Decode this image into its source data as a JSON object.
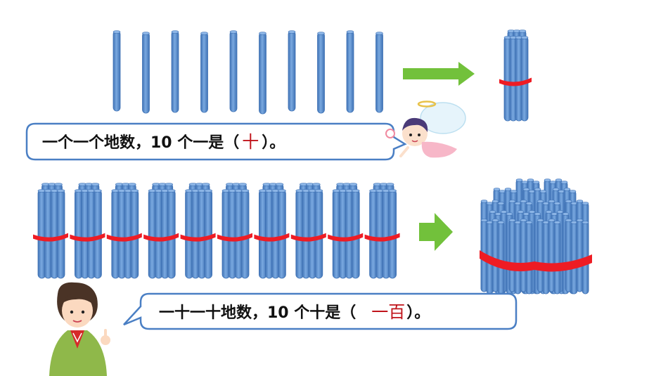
{
  "colors": {
    "stick": "#5b8fd0",
    "stick_dark": "#3f72b5",
    "stick_light": "#8cb5e6",
    "band": "#ee1c24",
    "arrow": "#72c13b",
    "bubble_border": "#4a7fc4",
    "answer": "#c0141b"
  },
  "row1": {
    "loose_stick_count": 10,
    "sentence_prefix": "一个一个地数，10 个一是（",
    "answer": "十",
    "sentence_suffix": "）。",
    "character_icon": "angel-girl-icon"
  },
  "row2": {
    "bundle_count": 10,
    "sentence_prefix": "一十一十地数，10 个十是（",
    "answer": "一百",
    "sentence_suffix": "）。",
    "character_icon": "girl-green-jacket-icon"
  }
}
